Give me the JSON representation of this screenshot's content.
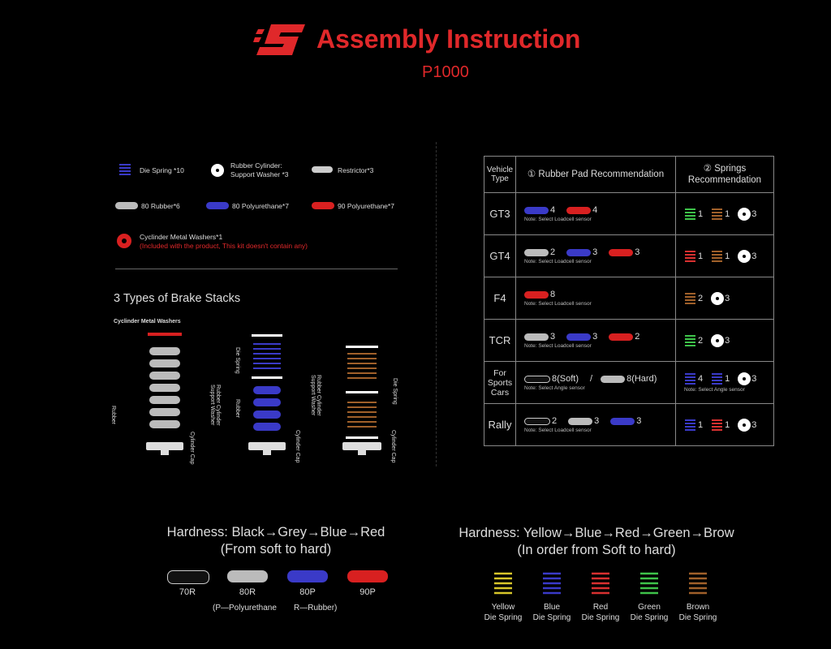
{
  "header": {
    "title": "Assembly Instruction",
    "model": "P1000"
  },
  "legend": {
    "die_spring": "Die Spring *10",
    "rubber_cylinder_1": "Rubber Cylinder:",
    "rubber_cylinder_2": "Support Washer *3",
    "restrictor": "Restrictor*3",
    "rubber80": "80 Rubber*6",
    "poly80": "80 Polyurethane*7",
    "poly90": "90 Polyurethane*7",
    "washers_title": "Cyclinder Metal Washers*1",
    "washers_note": "(Included with the product, This kit doesn't contain any)"
  },
  "stacks": {
    "title": "3 Types of Brake Stacks",
    "metal_washers": "Cyclinder Metal Washers",
    "rubber": "Rubber",
    "cylinder_cap": "Cylinder Cap",
    "die_spring": "Die Spring",
    "rubber_cyl_support": "Rubber Cylinder Support Washer"
  },
  "table": {
    "h_vehicle": "Vehicle Type",
    "h_pad": "① Rubber Pad Recommendation",
    "h_spring": "② Springs Recommendation",
    "rows": [
      {
        "type": "GT3",
        "pads": [
          {
            "color": "blue",
            "n": "4"
          },
          {
            "color": "red",
            "n": "4"
          }
        ],
        "note": "Note: Select Loadcell sensor",
        "springs": [
          {
            "color": "#3ec24a",
            "n": "1"
          },
          {
            "color": "#a0602a",
            "n": "1"
          }
        ],
        "washers": "3"
      },
      {
        "type": "GT4",
        "pads": [
          {
            "color": "grey",
            "n": "2"
          },
          {
            "color": "blue",
            "n": "3"
          },
          {
            "color": "red",
            "n": "3"
          }
        ],
        "note": "Note: Select Loadcell sensor",
        "springs": [
          {
            "color": "#d83030",
            "n": "1"
          },
          {
            "color": "#a0602a",
            "n": "1"
          }
        ],
        "washers": "3"
      },
      {
        "type": "F4",
        "pads": [
          {
            "color": "red",
            "n": "8"
          }
        ],
        "note": "Note: Select Loadcell sensor",
        "springs": [
          {
            "color": "#a0602a",
            "n": "2"
          }
        ],
        "washers": "3"
      },
      {
        "type": "TCR",
        "pads": [
          {
            "color": "grey",
            "n": "3"
          },
          {
            "color": "blue",
            "n": "3"
          },
          {
            "color": "red",
            "n": "2"
          }
        ],
        "note": "Note: Select Loadcell sensor",
        "springs": [
          {
            "color": "#3ec24a",
            "n": "2"
          }
        ],
        "washers": "3"
      },
      {
        "type": "For Sports Cars",
        "pads": [
          {
            "color": "black",
            "n": "8(Soft)"
          },
          {
            "color": "grey",
            "n": "8(Hard)"
          }
        ],
        "sep": "/",
        "note": "Note: Select Angle sensor",
        "springs": [
          {
            "color": "#3a3ac8",
            "n": "4"
          },
          {
            "color": "#3a3ac8",
            "n": "1"
          }
        ],
        "washers": "3"
      },
      {
        "type": "Rally",
        "pads": [
          {
            "color": "black",
            "n": "2"
          },
          {
            "color": "grey",
            "n": "3"
          },
          {
            "color": "blue",
            "n": "3"
          }
        ],
        "note": "Note: Select Loadcell sensor",
        "springs": [
          {
            "color": "#3a3ac8",
            "n": "1"
          },
          {
            "color": "#d83030",
            "n": "1"
          }
        ],
        "washers": "3"
      }
    ]
  },
  "hardness_pads": {
    "line1": "Hardness: Black→Grey→Blue→Red",
    "line2": "(From soft to hard)",
    "items": [
      {
        "label": "70R",
        "color": "#111"
      },
      {
        "label": "80R",
        "color": "#bbb"
      },
      {
        "label": "80P",
        "color": "#3a3ac8"
      },
      {
        "label": "90P",
        "color": "#d82020"
      }
    ],
    "note_p": "(P—Polyurethane",
    "note_r": "R—Rubber)"
  },
  "hardness_springs": {
    "line1": "Hardness: Yellow→Blue→Red→Green→Brow",
    "line2": "(In order from Soft to hard)",
    "items": [
      {
        "l1": "Yellow",
        "l2": "Die Spring",
        "color": "#d8c62a"
      },
      {
        "l1": "Blue",
        "l2": "Die Spring",
        "color": "#3a3ac8"
      },
      {
        "l1": "Red",
        "l2": "Die Spring",
        "color": "#d83030"
      },
      {
        "l1": "Green",
        "l2": "Die Spring",
        "color": "#3ec24a"
      },
      {
        "l1": "Brown",
        "l2": "Die Spring",
        "color": "#a0602a"
      }
    ]
  }
}
